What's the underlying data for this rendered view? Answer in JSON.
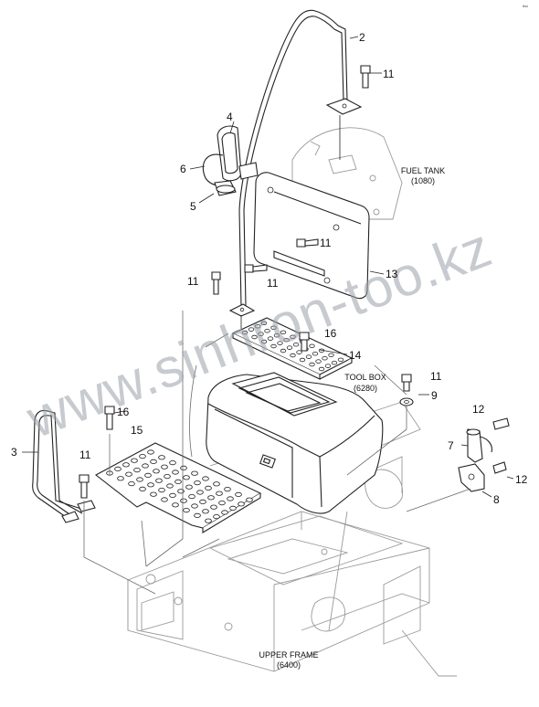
{
  "corner_mark": "ᵗᴵᵒᵒ",
  "watermark": "www.sinhron-too.kz",
  "assembly_labels": {
    "fuel_tank": "FUEL TANK",
    "fuel_tank_code": "(1080)",
    "tool_box": "TOOL BOX",
    "tool_box_code": "(6280)",
    "upper_frame": "UPPER FRAME",
    "upper_frame_code": "(6400)"
  },
  "part_callouts": [
    {
      "id": "c2",
      "number": "2"
    },
    {
      "id": "c11a",
      "number": "11"
    },
    {
      "id": "c4",
      "number": "4"
    },
    {
      "id": "c6",
      "number": "6"
    },
    {
      "id": "c5",
      "number": "5"
    },
    {
      "id": "c11b",
      "number": "11"
    },
    {
      "id": "c11c",
      "number": "11"
    },
    {
      "id": "c11d",
      "number": "11"
    },
    {
      "id": "c13",
      "number": "13"
    },
    {
      "id": "c16a",
      "number": "16"
    },
    {
      "id": "c14",
      "number": "14"
    },
    {
      "id": "c11e",
      "number": "11"
    },
    {
      "id": "c9",
      "number": "9"
    },
    {
      "id": "c12a",
      "number": "12"
    },
    {
      "id": "c7",
      "number": "7"
    },
    {
      "id": "c12b",
      "number": "12"
    },
    {
      "id": "c8",
      "number": "8"
    },
    {
      "id": "c3",
      "number": "3"
    },
    {
      "id": "c16b",
      "number": "16"
    },
    {
      "id": "c15",
      "number": "15"
    },
    {
      "id": "c11f",
      "number": "11"
    }
  ]
}
